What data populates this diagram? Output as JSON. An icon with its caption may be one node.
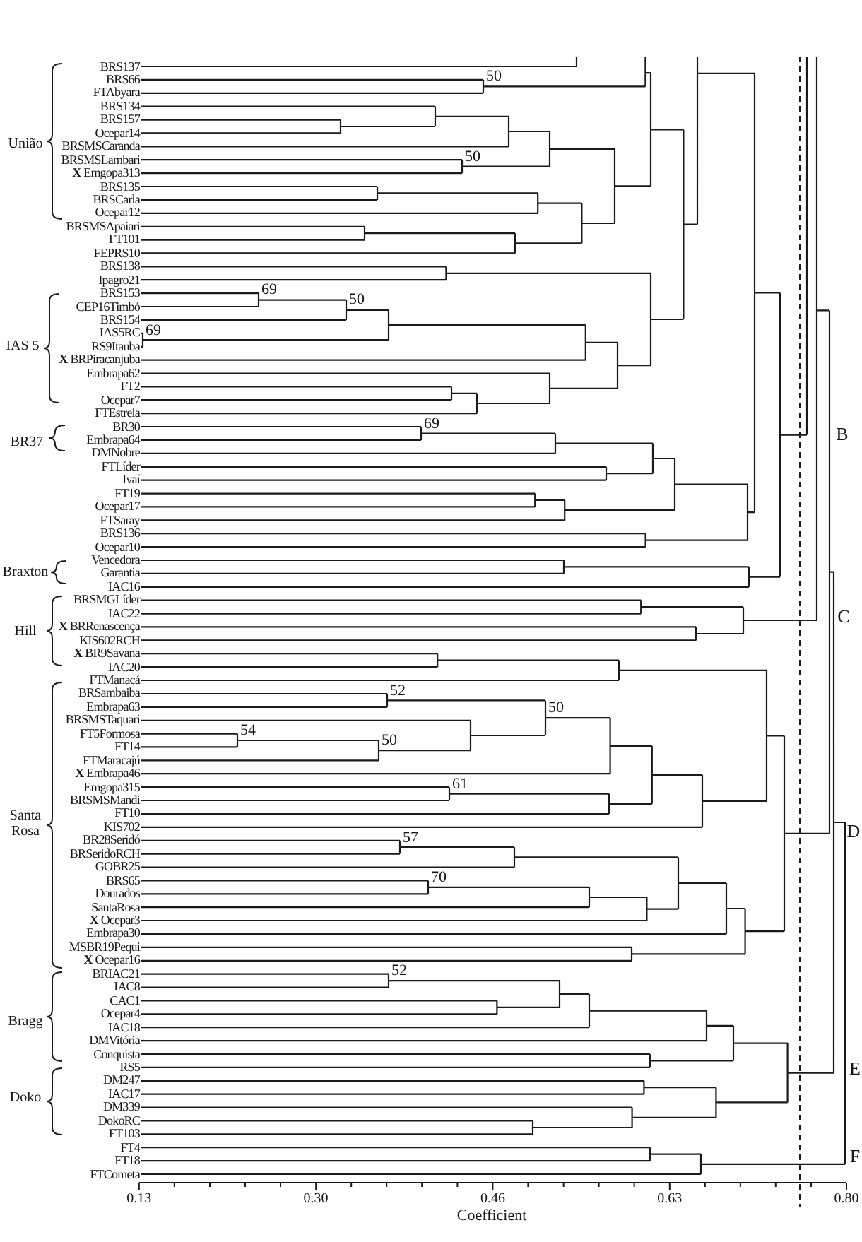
{
  "diagram": {
    "labels": [
      "BRS137",
      "BRS66",
      "FTAbyara",
      "BRS134",
      "BRS157",
      "Ocepar14",
      "BRSMSCaranda",
      "BRSMSLambari",
      "**X** Emgopa313",
      "BRS135",
      "BRSCarla",
      "Ocepar12",
      "BRSMSApaiari",
      "FT101",
      "FEPRS10",
      "BRS138",
      "Ipagro21",
      "BRS153",
      "CEP16Timbó",
      "BRS154",
      "IAS5RC",
      "RS9Itauba",
      "**X** BRPiracanjuba",
      "Embrapa62",
      "FT2",
      "Ocepar7",
      "FTEstrela",
      "BR30",
      "Embrapa64",
      "DMNobre",
      "FTLíder",
      "Ivaí",
      "FT19",
      "Ocepar17",
      "FTSaray",
      "BRS136",
      "Ocepar10",
      "Vencedora",
      "Garantia",
      "IAC16",
      "BRSMGLíder",
      "IAC22",
      "**X** BRRenascença",
      "KIS602RCH",
      "**X** BR9Savana",
      "IAC20",
      "FTManacá",
      "BRSambaiba",
      "Embrapa63",
      "BRSMSTaquari",
      "FT5Formosa",
      "FT14",
      "FTMaracajú",
      "**X** Embrapa46",
      "Emgopa315",
      "BRSMSMandi",
      "FT10",
      "KIS702",
      "BR28Seridó",
      "BRSeridoRCH",
      "GOBR25",
      "BRS65",
      "Dourados",
      "SantaRosa",
      "**X** Ocepar3",
      "Embrapa30",
      "MSBR19Pequi",
      "**X** Ocepar16",
      "BRIAC21",
      "IAC8",
      "CAC1",
      "Ocepar4",
      "IAC18",
      "DMVitória",
      "Conquista",
      "RS5",
      "DM247",
      "IAC17",
      "DM339",
      "DokoRC",
      "FT103",
      "FT4",
      "FT18",
      "FTCometa",
      "50",
      "50",
      "69",
      "50",
      "69",
      "69",
      "52",
      "54",
      "50",
      "50",
      "61",
      "57",
      "70",
      "52",
      "União",
      "IAS 5",
      "BR37",
      "Braxton",
      "Hill",
      "Santa Rosa",
      "Bragg",
      "Doko",
      "B",
      "C",
      "D",
      "E",
      "F",
      "0.13",
      "0.30",
      "0.46",
      "0.63",
      "0.80",
      "Coefficient"
    ]
  }
}
